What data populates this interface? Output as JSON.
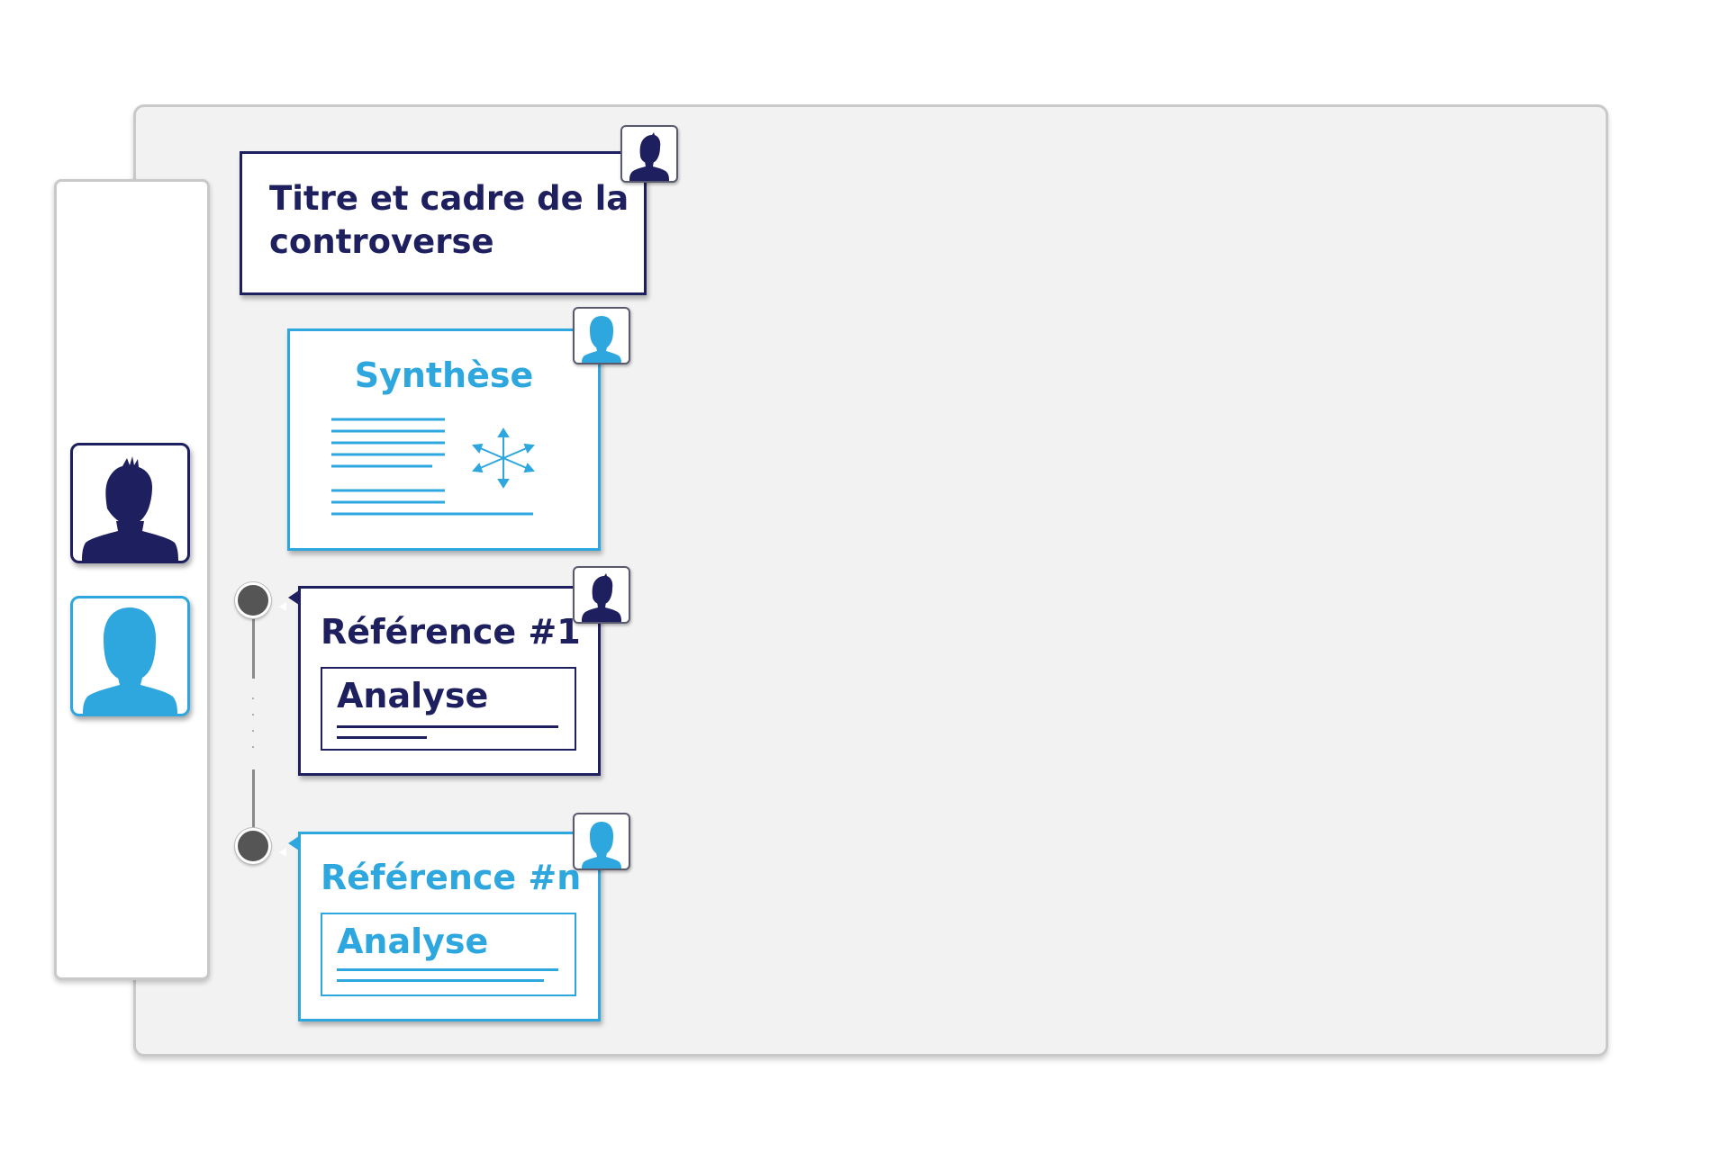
{
  "title_card": {
    "text": "Titre et cadre de la controverse"
  },
  "synthesis_card": {
    "title": "Synthèse"
  },
  "reference_cards": [
    {
      "title": "Référence #1",
      "analysis_label": "Analyse"
    },
    {
      "title": "Référence #n",
      "analysis_label": "Analyse"
    }
  ],
  "timeline": {
    "ellipsis": ". . . ."
  },
  "colors": {
    "dark": "#1e1f5e",
    "light": "#2ea7df",
    "panel": "#f2f2f2"
  },
  "icons": {
    "user_male": "user-male-icon",
    "user_female": "user-female-icon",
    "spread": "spread-arrows-icon"
  }
}
